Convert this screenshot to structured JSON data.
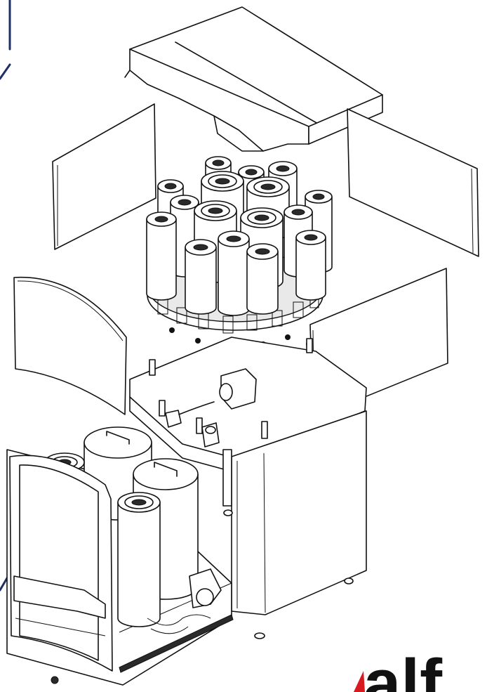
{
  "colors": {
    "callout": "#1f3163",
    "logo_accent": "#d71920",
    "line": "#111111"
  },
  "logo": {
    "text": "alf"
  },
  "parts": {
    "top_lid": "lid",
    "side_panels": "panel",
    "canister_carousel": "canister",
    "base_plate": "plate",
    "base_cabinet": "cabinet",
    "front_door": "door",
    "base_canisters": "canister"
  }
}
